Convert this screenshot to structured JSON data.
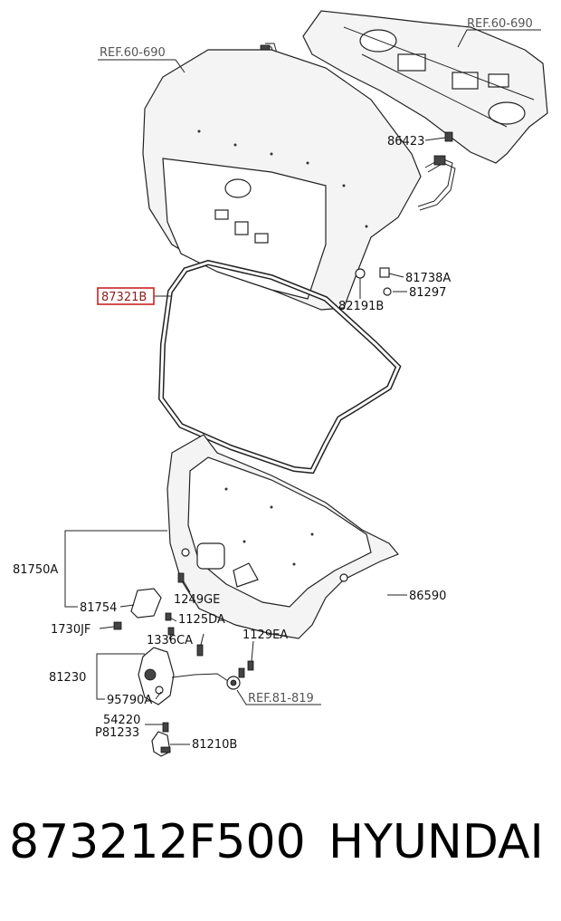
{
  "labels": {
    "ref_60_690_left": "REF.60-690",
    "ref_60_690_right": "REF.60-690",
    "p86423": "86423",
    "p817738a": "81738A",
    "p81297": "81297",
    "p82191b": "82191B",
    "p87321b": "87321B",
    "p81750a": "81750A",
    "p86590": "86590",
    "p81754": "81754",
    "p1249ge": "1249GE",
    "p1125da": "1125DA",
    "p1730jf": "1730JF",
    "p1336ca": "1336CA",
    "p1129ea": "1129EA",
    "p81230": "81230",
    "p95790a": "95790A",
    "ref_81_819": "REF.81-819",
    "p54220": "54220",
    "p81233": "P81233",
    "p81210b": "81210B"
  },
  "footer": {
    "part_number": "873212F500",
    "brand": "HYUNDAI"
  },
  "colors": {
    "highlight_box": "#cc2222"
  }
}
